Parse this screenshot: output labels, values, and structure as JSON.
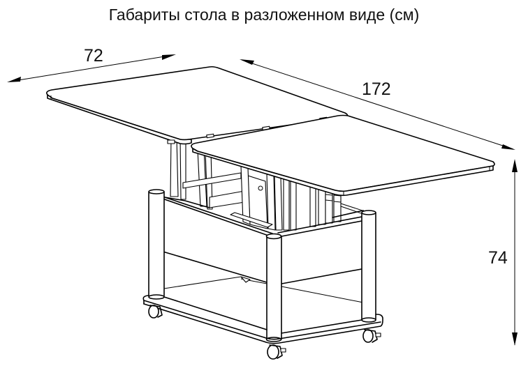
{
  "title": "Габариты стола в разложенном виде (см)",
  "diagram": {
    "type": "technical-drawing",
    "subject": "transforming lift-top coffee table on casters, unfolded",
    "dimensions": {
      "depth": {
        "value": "72",
        "unit": "см"
      },
      "length": {
        "value": "172",
        "unit": "см"
      },
      "height": {
        "value": "74",
        "unit": "см"
      }
    },
    "parts": [
      "left-tabletop",
      "right-tabletop",
      "hinges",
      "lift-mechanism",
      "body-box",
      "legs",
      "bottom-shelf",
      "casters"
    ],
    "colors": {
      "line": "#000000",
      "background": "#ffffff"
    }
  }
}
